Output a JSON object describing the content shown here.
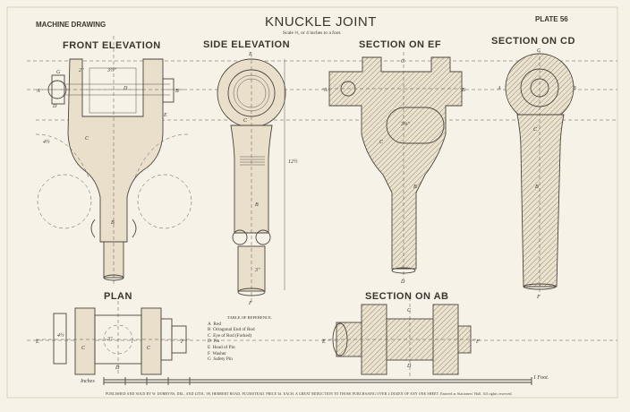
{
  "header": {
    "left": "MACHINE DRAWING",
    "title": "KNUCKLE JOINT",
    "scale": "Scale ⅓, or 4 inches to a foot.",
    "plate": "PLATE 56"
  },
  "views": {
    "front": "FRONT ELEVATION",
    "side": "SIDE ELEVATION",
    "section_ef": "SECTION ON EF",
    "section_cd": "SECTION ON CD",
    "plan": "PLAN",
    "section_ab": "SECTION ON AB"
  },
  "reference": {
    "title": "TABLE OF REFERENCE.",
    "items": [
      {
        "key": "A",
        "text": "Rod"
      },
      {
        "key": "B",
        "text": "Octagonal End of Rod"
      },
      {
        "key": "C",
        "text": "Eye of Rod (Forked)"
      },
      {
        "key": "D",
        "text": "Pin"
      },
      {
        "key": "E",
        "text": "Head of Pin"
      },
      {
        "key": "F",
        "text": "Washer"
      },
      {
        "key": "G",
        "text": "Safety Pin"
      }
    ]
  },
  "scale_bar": {
    "left": "Inches",
    "right": "1 Foot."
  },
  "footer": "PUBLISHED AND SOLD BY W. DOBBYNS, DEL. AND LITH., 98, HERBERT ROAD, PLUMSTEAD.   PRICE 3d. EACH.   A GREAT REDUCTION TO THOSE PURCHASING OVER 4 DOZEN OF ANY ONE SHEET.   Entered at Stationers' Hall.   All rights reserved.",
  "dimensions": {
    "side_height": "12½",
    "front_top": "2\"",
    "front_width": "3½\"",
    "ef_width": "3⅜\"",
    "side_bottom": "3\""
  }
}
